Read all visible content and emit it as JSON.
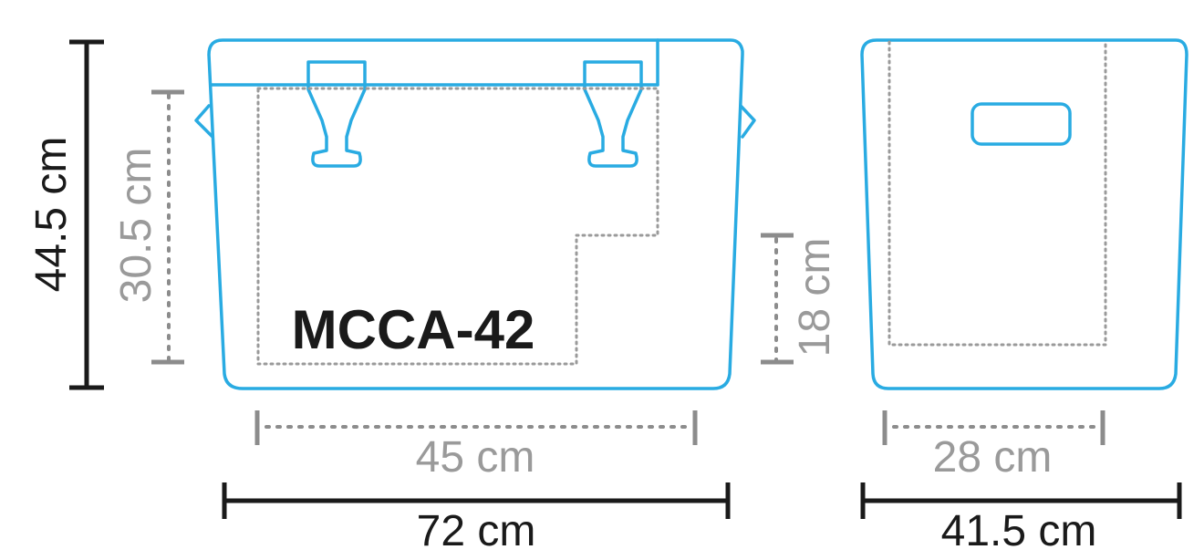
{
  "model_name": "MCCA-42",
  "dimensions": {
    "outer_height": "44.5 cm",
    "inner_height": "30.5 cm",
    "step_height": "18 cm",
    "inner_length": "45 cm",
    "outer_length": "72 cm",
    "inner_width": "28 cm",
    "outer_width": "41.5 cm"
  },
  "colors": {
    "outline": "#29abe2",
    "outer_dimension": "#1a1a1a",
    "inner_dimension": "#9a9a9a"
  }
}
